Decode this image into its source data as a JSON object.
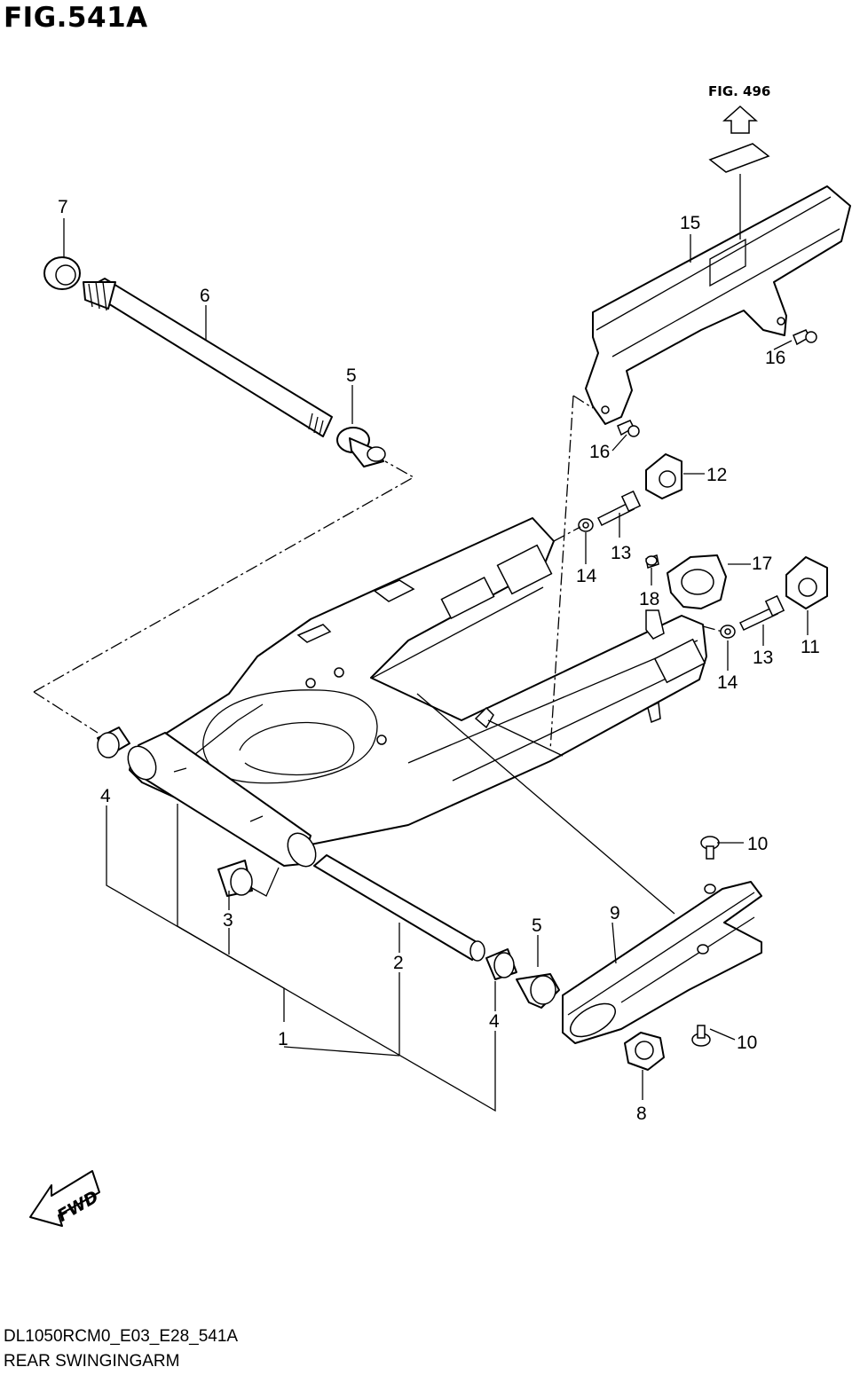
{
  "title": "FIG.541A",
  "reference": "FIG. 496",
  "fwd_label": "FWD",
  "footer": {
    "code": "DL1050RCM0_E03_E28_541A",
    "name": "REAR SWINGINGARM"
  },
  "callouts": [
    {
      "id": "c1",
      "text": "1"
    },
    {
      "id": "c2",
      "text": "2"
    },
    {
      "id": "c3",
      "text": "3"
    },
    {
      "id": "c4a",
      "text": "4"
    },
    {
      "id": "c4b",
      "text": "4"
    },
    {
      "id": "c5a",
      "text": "5"
    },
    {
      "id": "c5b",
      "text": "5"
    },
    {
      "id": "c6",
      "text": "6"
    },
    {
      "id": "c7",
      "text": "7"
    },
    {
      "id": "c8",
      "text": "8"
    },
    {
      "id": "c9",
      "text": "9"
    },
    {
      "id": "c10a",
      "text": "10"
    },
    {
      "id": "c10b",
      "text": "10"
    },
    {
      "id": "c11",
      "text": "11"
    },
    {
      "id": "c12",
      "text": "12"
    },
    {
      "id": "c13a",
      "text": "13"
    },
    {
      "id": "c13b",
      "text": "13"
    },
    {
      "id": "c14a",
      "text": "14"
    },
    {
      "id": "c14b",
      "text": "14"
    },
    {
      "id": "c15",
      "text": "15"
    },
    {
      "id": "c16a",
      "text": "16"
    },
    {
      "id": "c16b",
      "text": "16"
    },
    {
      "id": "c17",
      "text": "17"
    },
    {
      "id": "c18",
      "text": "18"
    }
  ]
}
